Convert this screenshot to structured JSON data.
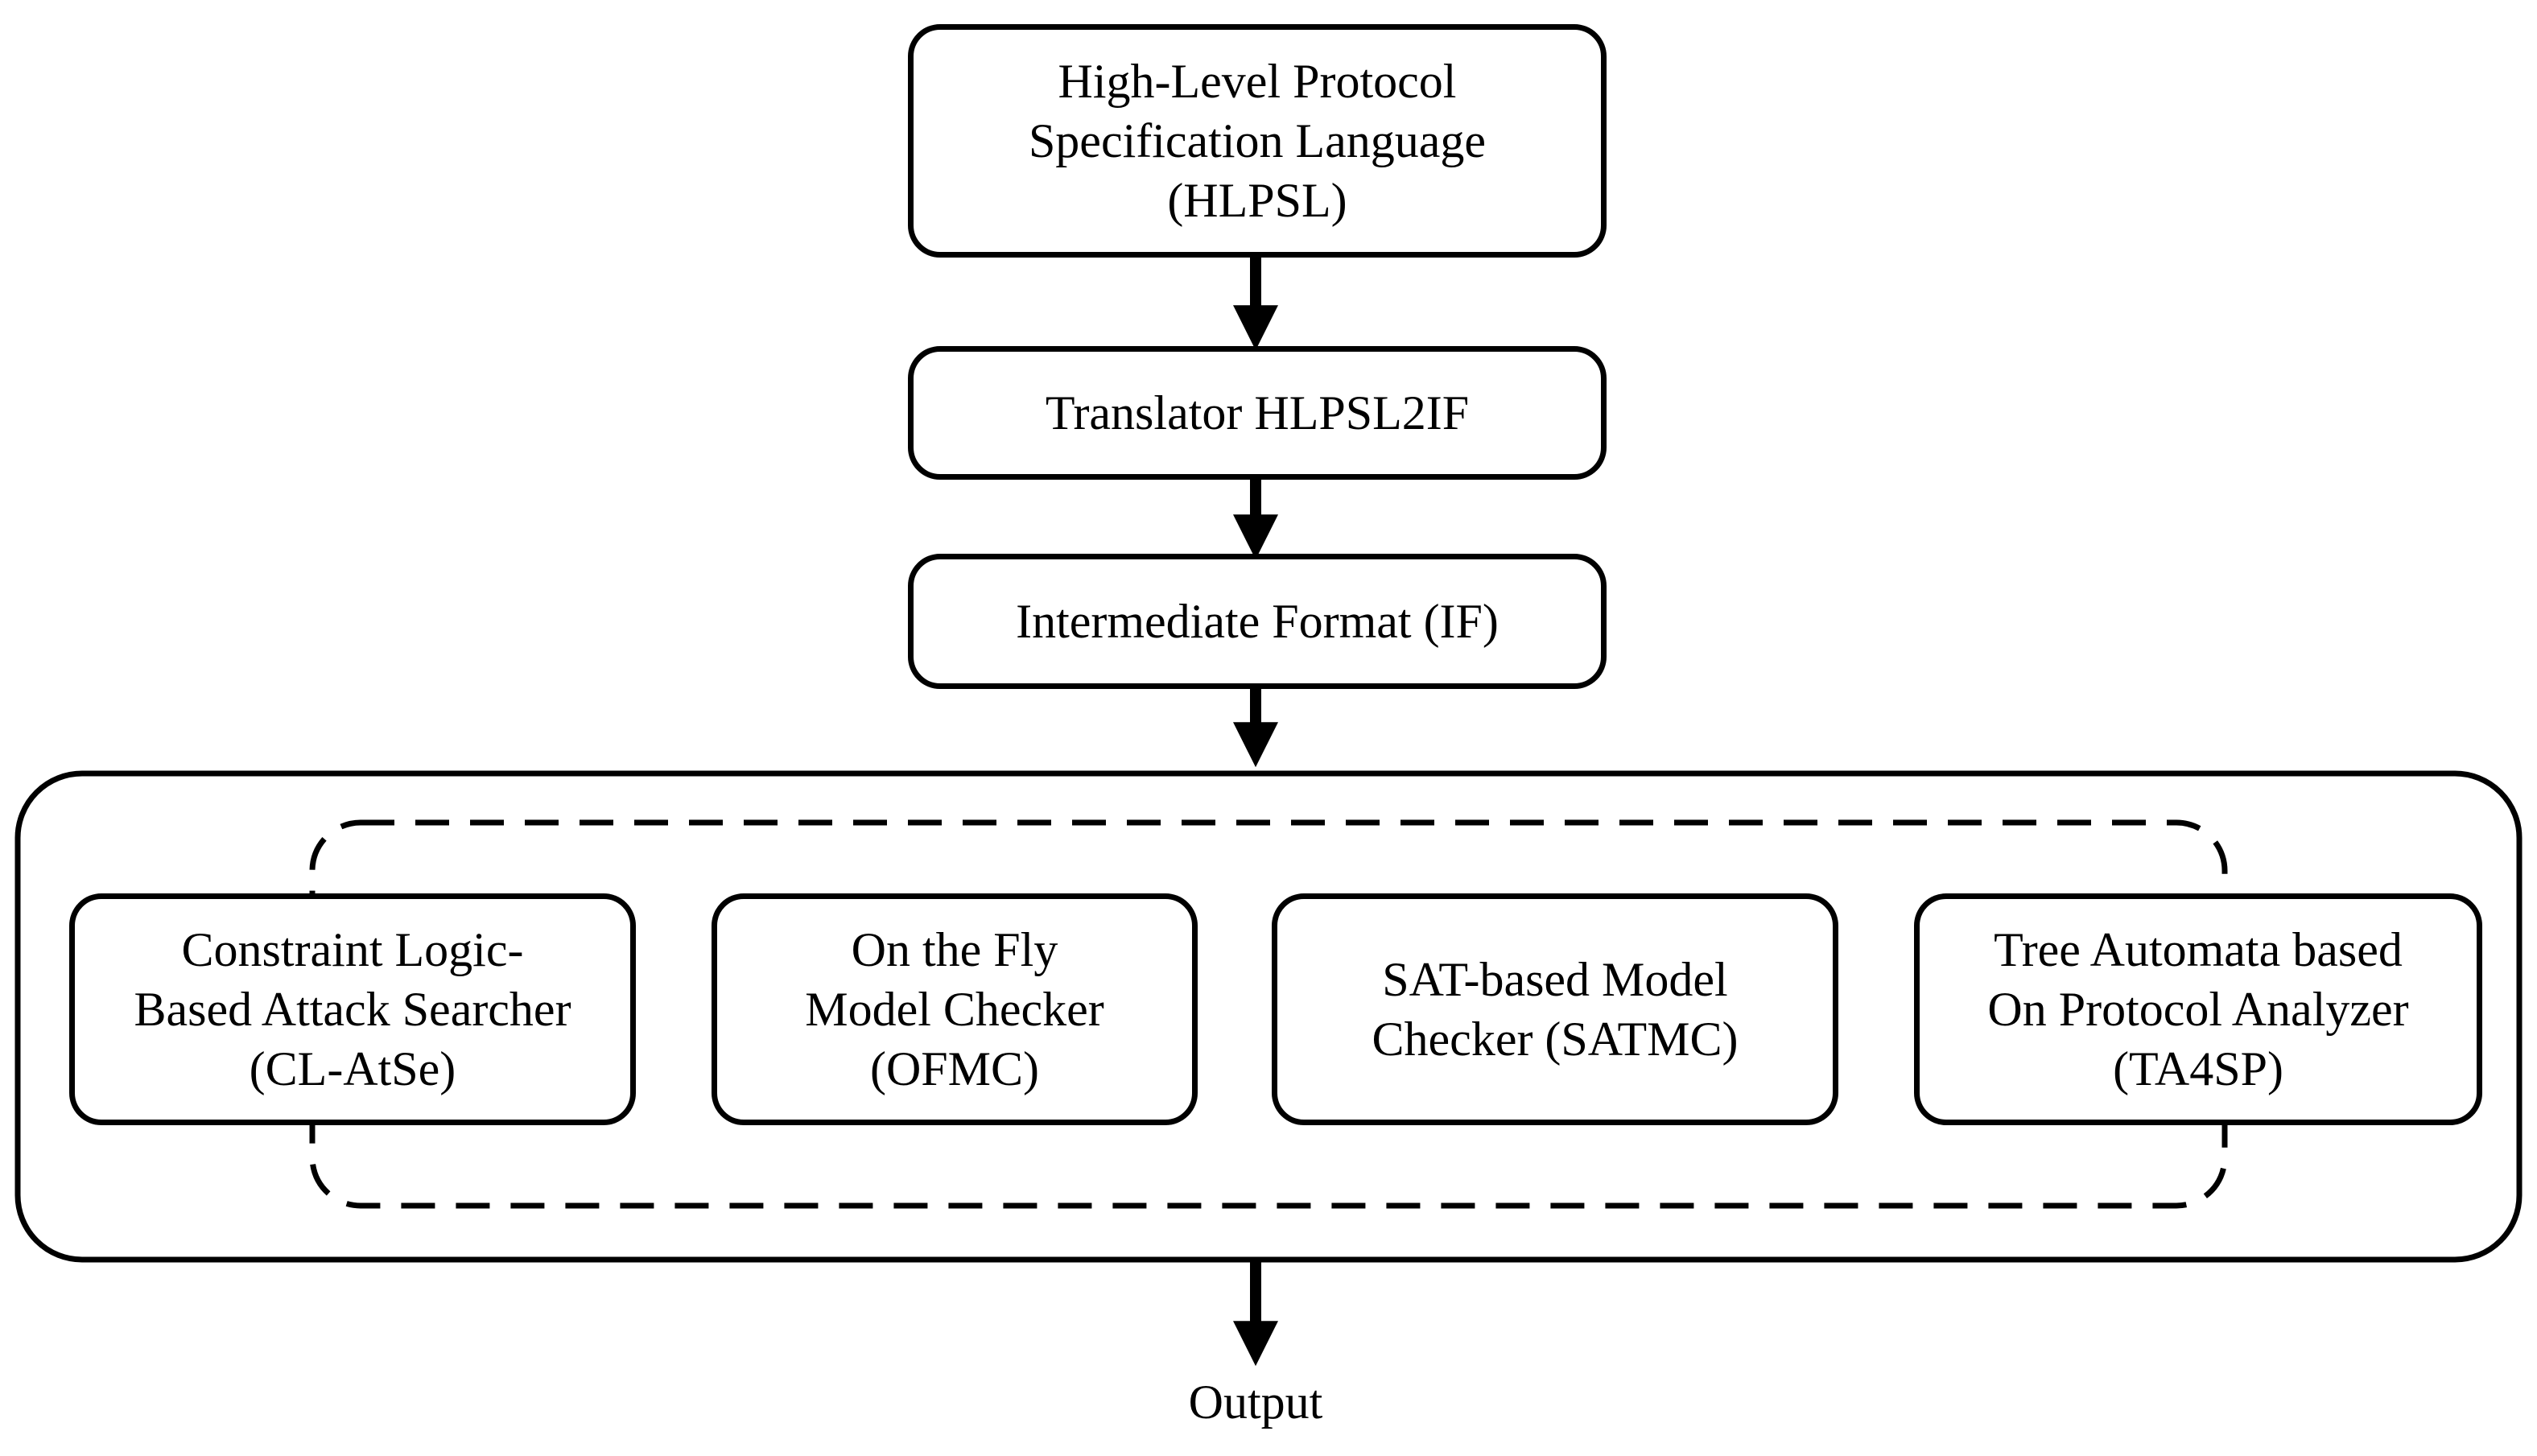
{
  "nodes": {
    "hlpsl": "High-Level Protocol\nSpecification Language\n(HLPSL)",
    "translator": "Translator HLPSL2IF",
    "intermediate": "Intermediate Format (IF)",
    "backends": [
      {
        "label": "Constraint Logic-\nBased Attack Searcher\n(CL-AtSe)"
      },
      {
        "label": "On the Fly\nModel Checker\n(OFMC)"
      },
      {
        "label": "SAT-based Model\nChecker (SATMC)"
      },
      {
        "label": "Tree Automata based\nOn Protocol Analyzer\n(TA4SP)"
      }
    ],
    "output": "Output"
  },
  "edges": [
    {
      "from": "hlpsl",
      "to": "translator"
    },
    {
      "from": "translator",
      "to": "intermediate"
    },
    {
      "from": "intermediate",
      "to": "backends"
    },
    {
      "from": "backends",
      "to": "output"
    }
  ],
  "colors": {
    "stroke": "#000000",
    "background": "#ffffff"
  }
}
